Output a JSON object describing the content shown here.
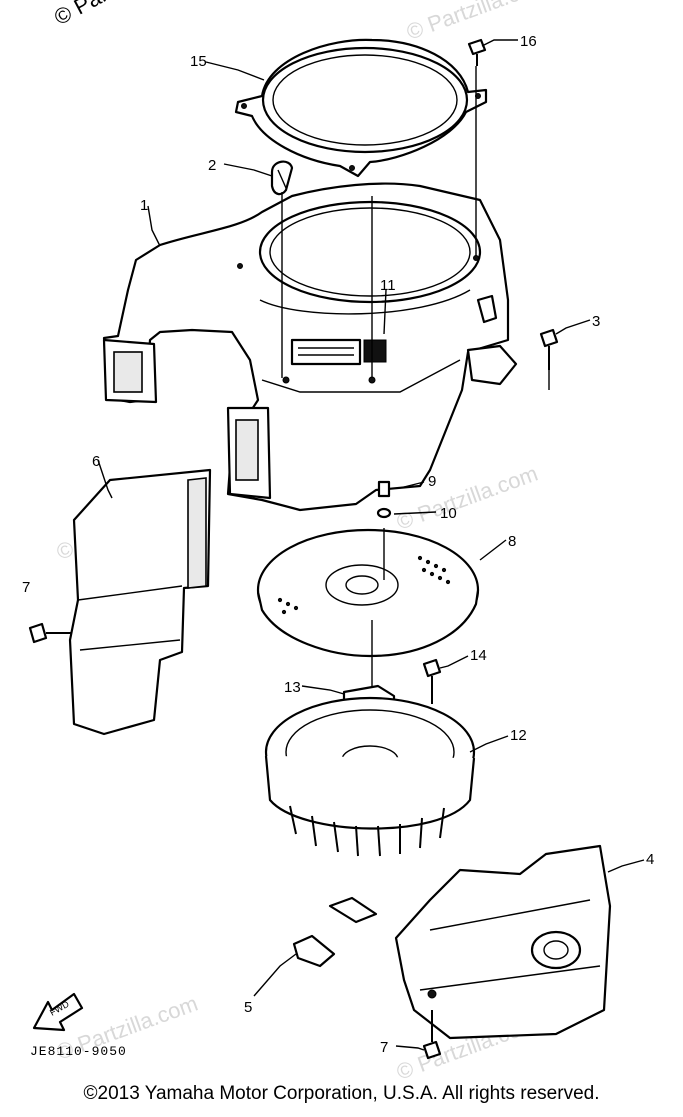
{
  "corner_watermark": "© Partzilla.com",
  "diagram_code": "JE8110-9050",
  "copyright": "©2013 Yamaha Motor Corporation, U.S.A. All rights reserved.",
  "fwd_arrow_label": "FWD",
  "callouts": {
    "p1": "1",
    "p2": "2",
    "p3": "3",
    "p4": "4",
    "p5": "5",
    "p6": "6",
    "p7a": "7",
    "p7b": "7",
    "p8": "8",
    "p9": "9",
    "p10": "10",
    "p11": "11",
    "p12": "12",
    "p13": "13",
    "p14": "14",
    "p15": "15",
    "p16": "16"
  },
  "faint_watermarks": [
    "© Partzilla.com",
    "© Partzilla.com",
    "© Partzilla.com",
    "© Partzilla.com",
    "© Partzilla.com"
  ]
}
